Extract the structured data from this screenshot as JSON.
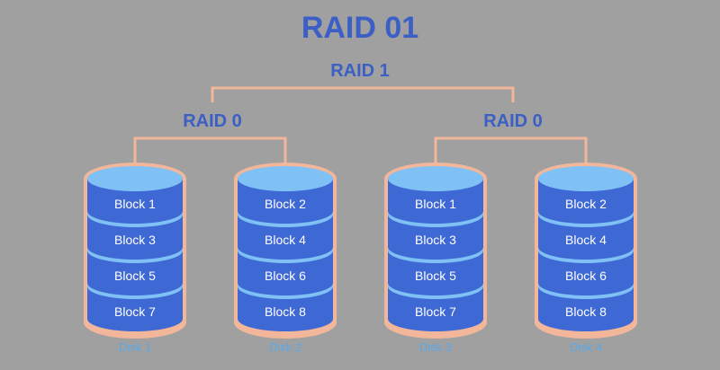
{
  "title": "RAID 01",
  "raid1_label": "RAID 1",
  "raid0_groups": [
    {
      "label": "RAID 0"
    },
    {
      "label": "RAID 0"
    }
  ],
  "disks": [
    {
      "label": "Disk 1",
      "blocks": [
        "Block 1",
        "Block 3",
        "Block 5",
        "Block 7"
      ]
    },
    {
      "label": "Disk 2",
      "blocks": [
        "Block 2",
        "Block 4",
        "Block 6",
        "Block 8"
      ]
    },
    {
      "label": "Disk 3",
      "blocks": [
        "Block 1",
        "Block 3",
        "Block 5",
        "Block 7"
      ]
    },
    {
      "label": "Disk 4",
      "blocks": [
        "Block 2",
        "Block 4",
        "Block 6",
        "Block 8"
      ]
    }
  ],
  "colors": {
    "background": "#a0a0a0",
    "title": "#3b5fc4",
    "connector": "#f2b79a",
    "block_side": "#3e68d4",
    "block_top": "#7fc0f5",
    "disk_label": "#5aa8e8"
  }
}
